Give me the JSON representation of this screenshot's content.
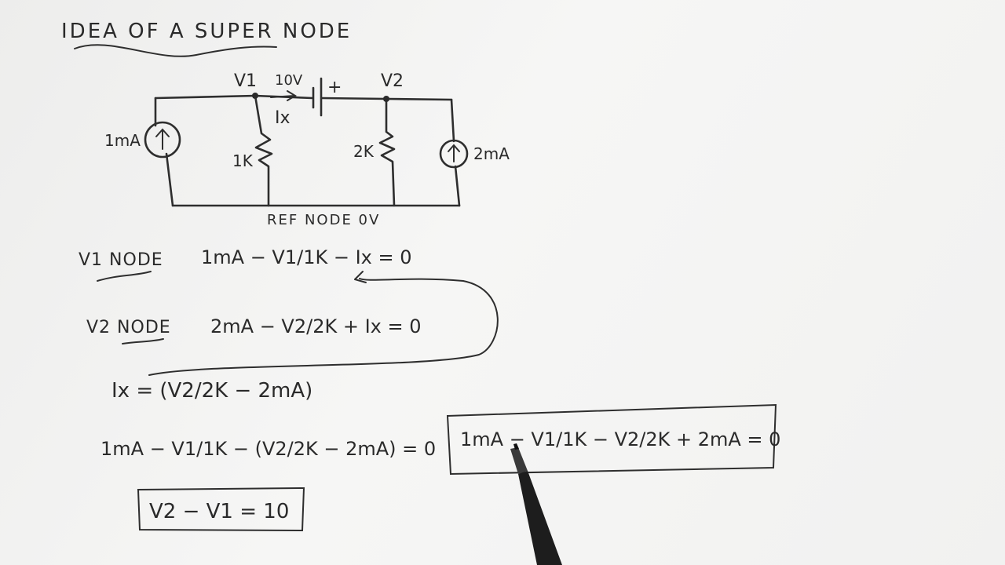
{
  "title": "IDEA OF A SUPER NODE",
  "circuit": {
    "v1_label": "V1",
    "v2_label": "V2",
    "source_voltage": "10V",
    "plus_sign": "+",
    "ix_label": "Ix",
    "left_source": "1mA",
    "r1": "1K",
    "r2": "2K",
    "right_source": "2mA",
    "ref_node": "REF NODE 0V"
  },
  "equations": {
    "v1_node_label": "V1 NODE",
    "v1_node_eq": "1mA − V1/1K − Ix = 0",
    "v2_node_label": "V2 NODE",
    "v2_node_eq": "2mA − V2/2K + Ix = 0",
    "ix_eq": "Ix = (V2/2K − 2mA)",
    "substituted_eq": "1mA − V1/1K − (V2/2K − 2mA) = 0",
    "constraint_eq": "V2 − V1 = 10",
    "final_eq": "1mA − V1/1K − V2/2K + 2mA = 0"
  },
  "colors": {
    "ink": "#2a2a2a",
    "paper": "#f4f4f3",
    "pen_body": "#1d1d1d"
  },
  "icons": {
    "current_arrow": "arrow-up-icon",
    "pen": "marker-pen-icon"
  }
}
